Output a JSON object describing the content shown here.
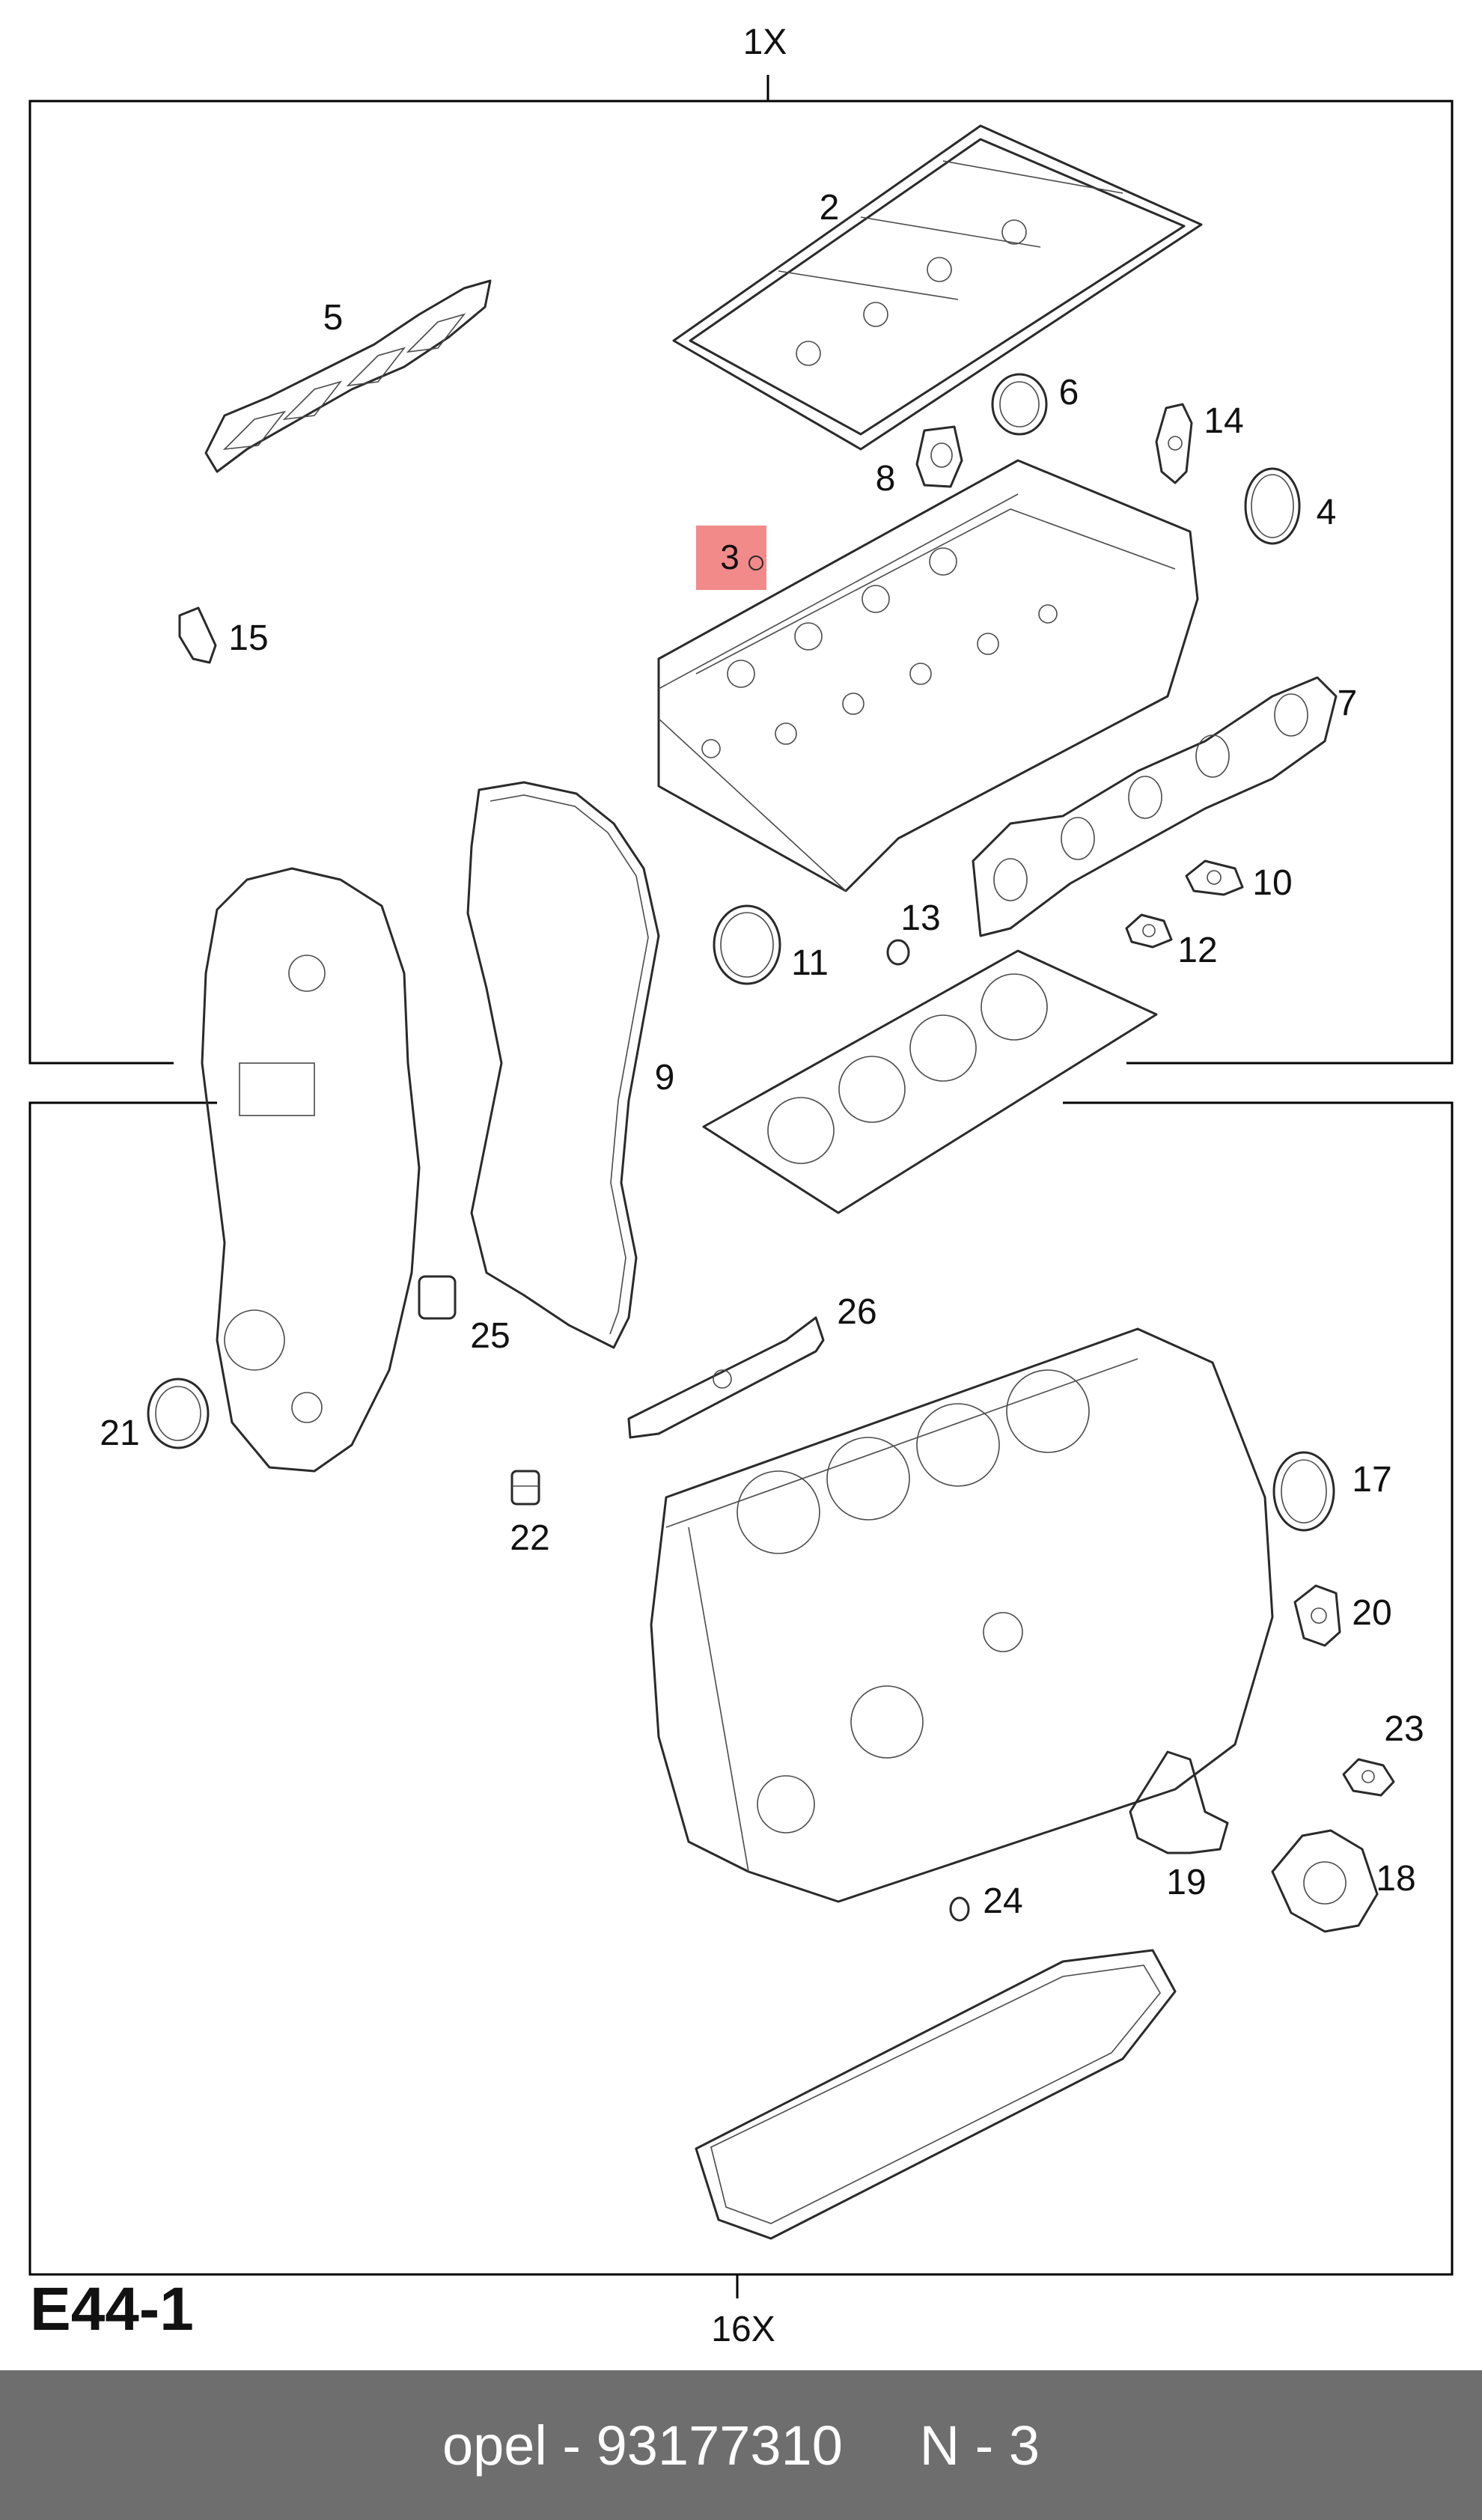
{
  "diagram": {
    "code": "E44-1",
    "qty_top": "1X",
    "qty_bottom": "16X",
    "highlight_color": "#f28a8a",
    "highlight_label": "3",
    "callouts": [
      {
        "id": "c2",
        "text": "2"
      },
      {
        "id": "c3",
        "text": "3"
      },
      {
        "id": "c4",
        "text": "4"
      },
      {
        "id": "c5",
        "text": "5"
      },
      {
        "id": "c6",
        "text": "6"
      },
      {
        "id": "c7",
        "text": "7"
      },
      {
        "id": "c8",
        "text": "8"
      },
      {
        "id": "c9",
        "text": "9"
      },
      {
        "id": "c10",
        "text": "10"
      },
      {
        "id": "c11",
        "text": "11"
      },
      {
        "id": "c12",
        "text": "12"
      },
      {
        "id": "c13",
        "text": "13"
      },
      {
        "id": "c14",
        "text": "14"
      },
      {
        "id": "c15",
        "text": "15"
      },
      {
        "id": "c17",
        "text": "17"
      },
      {
        "id": "c18",
        "text": "18"
      },
      {
        "id": "c19",
        "text": "19"
      },
      {
        "id": "c20",
        "text": "20"
      },
      {
        "id": "c21",
        "text": "21"
      },
      {
        "id": "c22",
        "text": "22"
      },
      {
        "id": "c23",
        "text": "23"
      },
      {
        "id": "c24",
        "text": "24"
      },
      {
        "id": "c25",
        "text": "25"
      },
      {
        "id": "c26",
        "text": "26"
      }
    ]
  },
  "footer": {
    "text": "opel - 93177310     N - 3",
    "background": "#6e6e6e"
  }
}
